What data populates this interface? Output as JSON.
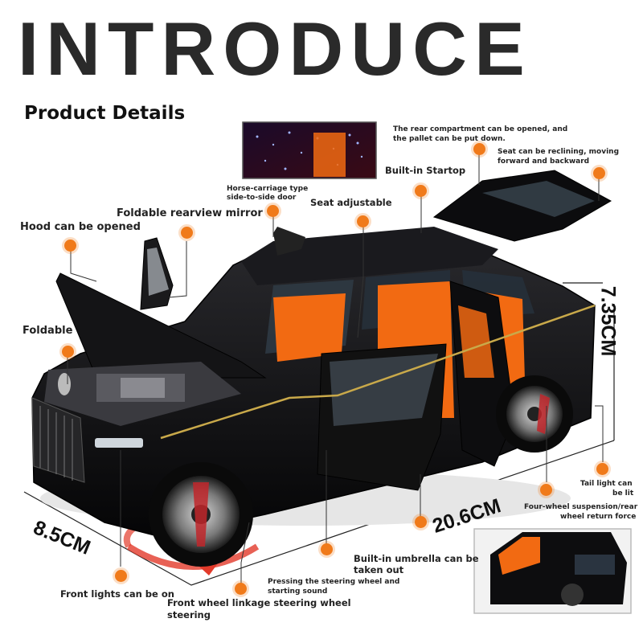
{
  "heading": "INTRODUCE",
  "subheading": "Product Details",
  "labels": {
    "hood": "Hood can be opened",
    "mirror": "Foldable rearview mirror",
    "horse_carriage_1": "Horse-carriage type",
    "horse_carriage_2": "side-to-side door",
    "seat_adjustable": "Seat adjustable",
    "startop": "Built-in Startop",
    "rear_compartment_1": "The rear compartment can be opened, and",
    "rear_compartment_2": "the pallet can be put down.",
    "seat_reclining_1": "Seat can be reclining, moving",
    "seat_reclining_2": "forward and backward",
    "foldable": "Foldable",
    "tail_light_1": "Tail light can",
    "tail_light_2": "be lit",
    "suspension_1": "Four-wheel suspension/rear",
    "suspension_2": "wheel return force",
    "umbrella_1": "Built-in umbrella can be",
    "umbrella_2": "taken out",
    "steering_sound_1": "Pressing the steering wheel and",
    "steering_sound_2": "starting sound",
    "front_lights": "Front lights can be on",
    "linkage_1": "Front wheel linkage steering wheel",
    "linkage_2": "steering"
  },
  "dimensions": {
    "height": "7.35CM",
    "length": "20.6CM",
    "width": "8.5CM"
  },
  "colors": {
    "accent_dot": "#f07a1a",
    "car_body": "#0d0d0f",
    "interior": "#f26a12",
    "heading": "#2a2a2a"
  }
}
